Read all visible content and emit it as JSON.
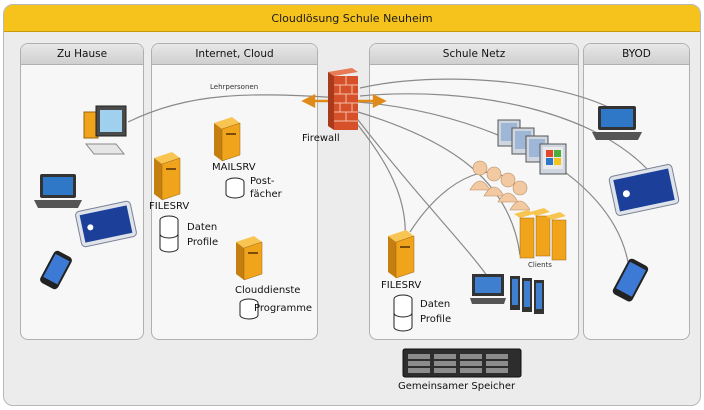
{
  "diagram": {
    "title": "Cloudlösung Schule Neuheim",
    "panels": {
      "zuhause": "Zu Hause",
      "internet": "Internet, Cloud",
      "schule": "Schule Netz",
      "byod": "BYOD"
    },
    "labels": {
      "lehrpersonen": "Lehrpersonen",
      "firewall": "Firewall",
      "mailsrv": "MAILSRV",
      "postfaecher_1": "Post-",
      "postfaecher_2": "fächer",
      "filesrv_cloud": "FILESRV",
      "daten_cloud": "Daten",
      "profile_cloud": "Profile",
      "clouddienste": "Clouddienste",
      "programme": "Programme",
      "filesrv_schule": "FILESRV",
      "daten_schule": "Daten",
      "profile_schule": "Profile",
      "clients": "Clients",
      "speicher": "Gemeinsamer Speicher"
    },
    "colors": {
      "title_bar": "#f6c21c",
      "server": "#f0a41c",
      "firewall": "#d6512a",
      "links": "#8a8a8a"
    }
  }
}
